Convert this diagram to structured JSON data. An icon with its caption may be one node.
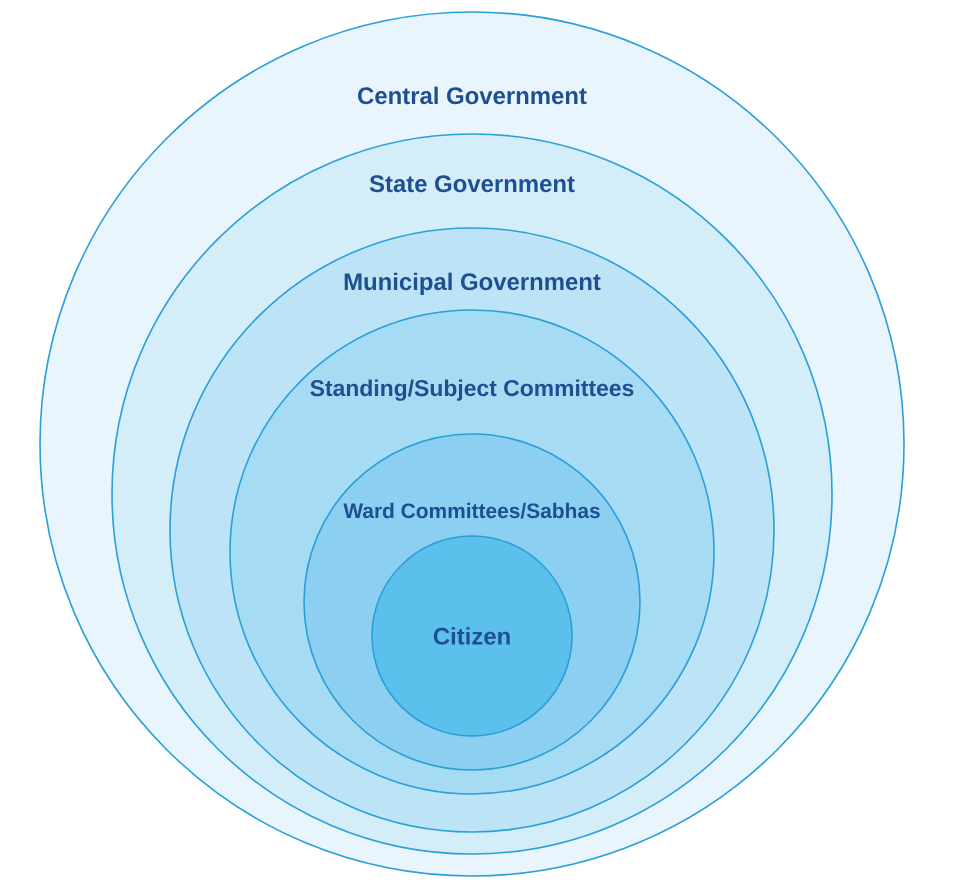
{
  "diagram": {
    "nodes": [
      {
        "text": [
          "Central Government"
        ]
      },
      {
        "text": [
          "State Government"
        ],
        "in": 0
      },
      {
        "text": [
          "Municipal Government"
        ],
        "in": 1
      },
      {
        "text": [
          "Standing/Subject Committees"
        ],
        "in": 2
      },
      {
        "text": [
          "Ward Committees/Sabhas"
        ],
        "in": 3
      },
      {
        "text": [
          "Citizen"
        ],
        "in": 4
      }
    ]
  }
}
